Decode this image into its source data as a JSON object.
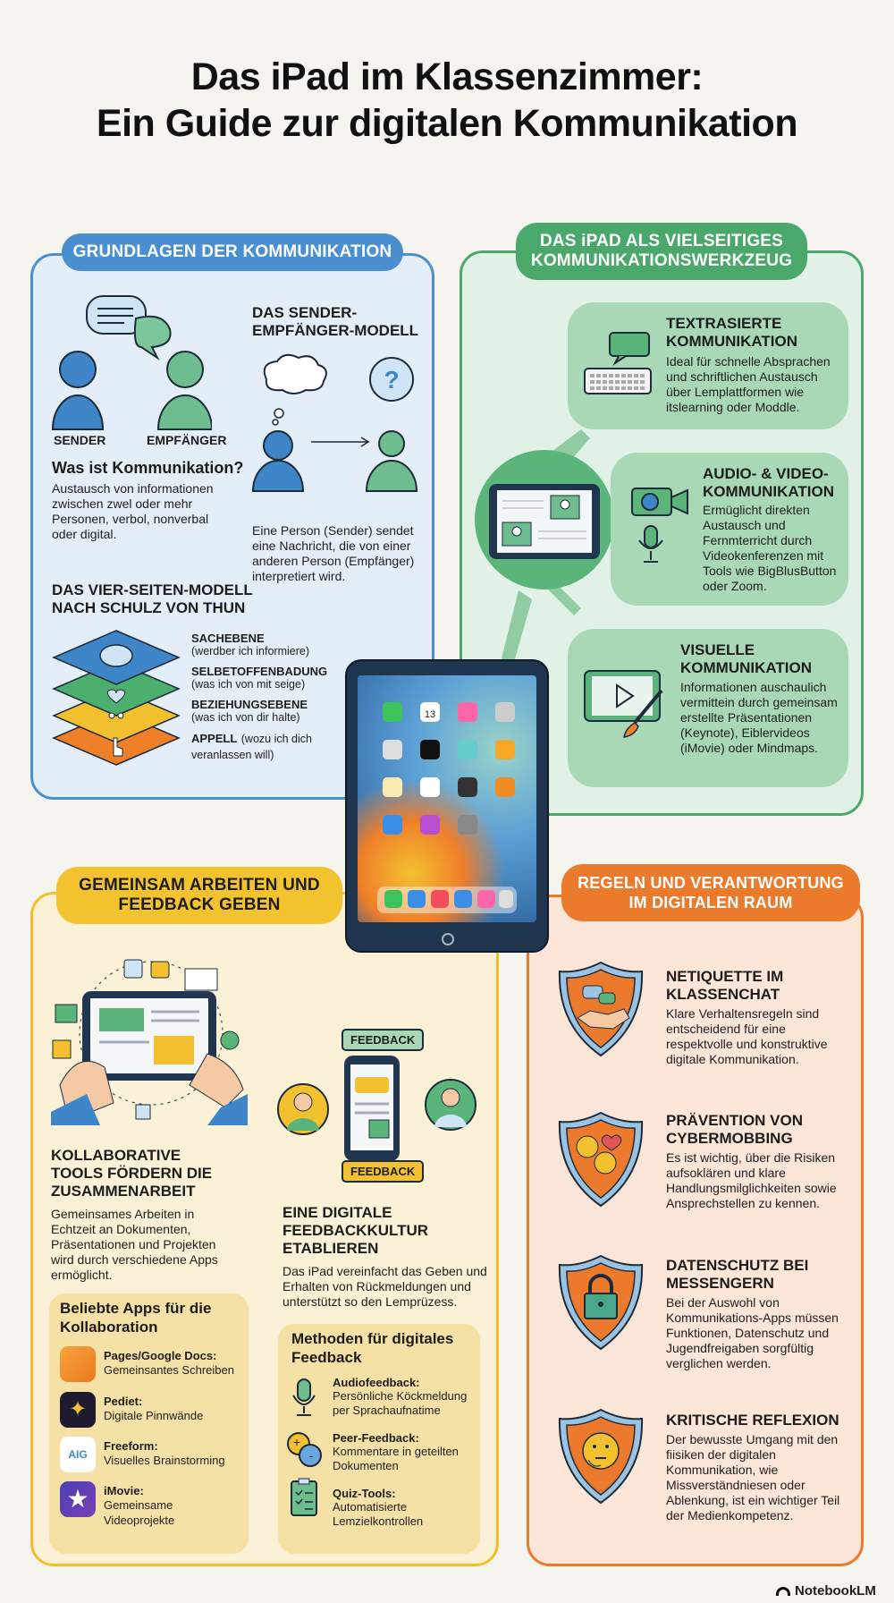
{
  "title": {
    "line1": "Das iPad im Klassenzimmer:",
    "line2": "Ein Guide zur digitalen Kommunikation"
  },
  "basics": {
    "header": "GRUNDLAGEN DER KOMMUNIKATION",
    "sender_label": "SENDER",
    "receiver_label": "EMPFÄNGER",
    "what_heading": "Was ist Kommunikation?",
    "what_body": "Austausch von informationen zwischen zwel oder mehr Personen, verbol, nonverbal oder digital.",
    "model_heading": "DAS SENDER-EMPFÄNGER-MODELL",
    "model_question": "?",
    "model_body": "Eine Person (Sender) sendet eine Nachricht, die von einer anderen Person (Empfänger) interpretiert wird.",
    "four_heading": "DAS VIER-SEITEN-MODELL NACH SCHULZ VON THUN",
    "layers": [
      {
        "title": "SACHEBENE",
        "desc": "(werdber ich informiere)",
        "color": "#3f86c9"
      },
      {
        "title": "SELBETOFFENBADUNG",
        "desc": "(was ich von mit seige)",
        "color": "#4caf6e"
      },
      {
        "title": "BEZIEHUNGSEBENE",
        "desc": "(was ich von dir halte)",
        "color": "#f3c12f"
      },
      {
        "title": "APPELL",
        "desc": "(wozu ich dich veranlassen will)",
        "color": "#f07f2a"
      }
    ]
  },
  "ipad_tool": {
    "header": "DAS iPAD ALS VIELSEITIGES KOMMUNIKATIONSWERKZEUG",
    "cards": [
      {
        "title": "TEXTRASIERTE KOMMUNIKATION",
        "body": "Ideal für schnelle Absprachen und schriftlichen Austausch über Lemplattformen wie itslearning oder Moddle.",
        "icon": "keyboard-chat-icon"
      },
      {
        "title": "AUDIO- & VIDEO-KOMMUNIKATION",
        "body": "Ermüglicht direkten Austausch und Fernmterricht durch Videokenferenzen mit Tools wie BigBlusButton oder Zoom.",
        "icon": "video-camera-icon"
      },
      {
        "title": "VISUELLE KOMMUNIKATION",
        "body": "Informationen auschaulich vermittein durch gemeinsam erstellte Präsentationen (Keynote), Eiblervideos (iMovie) oder Mindmaps.",
        "icon": "video-paint-icon"
      }
    ]
  },
  "ipad_center": {
    "calendar_day": "13"
  },
  "collab": {
    "header": "GEMEINSAM ARBEITEN UND FEEDBACK GEBEN",
    "tools_heading": "KOLLABORATIVE TOOLS FÖRDERN DIE ZUSAMMENARBEIT",
    "tools_body": "Gemeinsames Arbeiten in Echtzeit an Dokumenten, Präsentationen und Projekten wird durch verschiedene Apps ermöglicht.",
    "apps_heading": "Beliebte Apps für die Kollaboration",
    "apps": [
      {
        "name": "Pages/Google Docs:",
        "desc": "Gemeinsantes Schreiben",
        "color": "#f08a24"
      },
      {
        "name": "Pediet:",
        "desc": "Digitale Pinnwände",
        "color": "#1e1b2e"
      },
      {
        "name": "Freeform:",
        "desc": "Visuelles Brainstorming",
        "color": "#ffffff",
        "logo_text": "AIG"
      },
      {
        "name": "iMovie:",
        "desc": "Gemeinsame Videoprojekte",
        "color": "#5b3fb5"
      }
    ],
    "feedback_badge_top": "FEEDBACK",
    "feedback_badge_bottom": "FEEDBACK",
    "feedback_heading": "EINE DIGITALE FEEDBACKKULTUR ETABLIEREN",
    "feedback_body": "Das iPad vereinfacht das Geben und Erhalten von Rückmeldungen und unterstützt so den Lemprüzess.",
    "methods_heading": "Methoden für digitales Feedback",
    "methods": [
      {
        "name": "Audiofeedback:",
        "desc": "Persönliche Köckmeldung per Sprachaufnatime"
      },
      {
        "name": "Peer-Feedback:",
        "desc": "Kommentare in geteilten Dokumenten"
      },
      {
        "name": "Quiz-Tools:",
        "desc": "Automatisierte Lemzielkontrollen"
      }
    ]
  },
  "rules": {
    "header": "REGELN UND VERANTWORTUNG IM DIGITALEN RAUM",
    "items": [
      {
        "title": "NETIQUETTE IM KLASSENCHAT",
        "body": "Klare Verhaltensregeln sind entscheidend für eine respektvolle und konstruktive digitale Kommunikation.",
        "icon": "handshake-icon"
      },
      {
        "title": "PRÄVENTION VON CYBERMOBBING",
        "body": "Es ist wichtig, über die Risiken aufsoklären und klare Handlungsmilglichkeiten sowie Ansprechstellen zu kennen.",
        "icon": "angry-faces-icon"
      },
      {
        "title": "DATENSCHUTZ BEI MESSENGERN",
        "body": "Bei der Auswohl von Kommunikations-Apps müssen Funktionen, Datenschutz und Jugendfreigaben sorgfültig verglichen werden.",
        "icon": "padlock-icon"
      },
      {
        "title": "KRITISCHE REFLEXION",
        "body": "Der bewusste Umgang mit den fiisiken der digitalen Kommunikation, wie Missverständniesen oder Ablenkung, ist ein wichtiger Teil der Medienkompetenz.",
        "icon": "thinking-face-icon"
      }
    ]
  },
  "footer": {
    "brand": "NotebookLM"
  },
  "colors": {
    "blue": "#3f86c9",
    "green": "#4aa86a",
    "yellow": "#f0bf2a",
    "orange": "#ec7a2c"
  }
}
